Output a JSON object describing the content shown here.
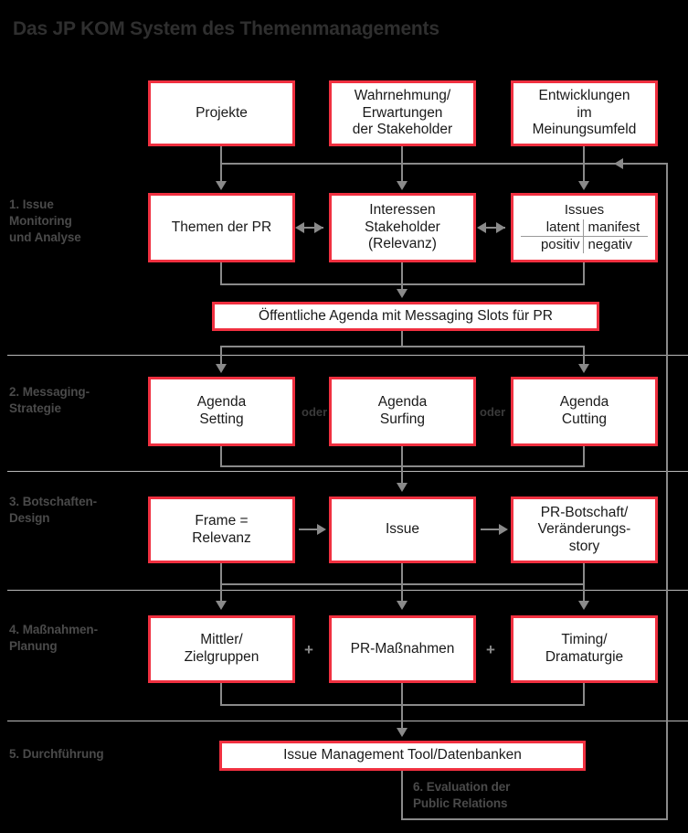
{
  "title": "Das JP KOM System des Themenmanagements",
  "colors": {
    "box_border": "#f03040",
    "box_fill": "#ffffff",
    "background": "#000000",
    "connector": "#8a8a8a",
    "label_text": "#4a4a4a",
    "title_text": "#2f2f2f",
    "divider": "#b9b9b9"
  },
  "phases": [
    {
      "number": "1.",
      "name": "1. Issue\nMonitoring\nund Analyse"
    },
    {
      "number": "2.",
      "name": "2. Messaging-\nStrategie"
    },
    {
      "number": "3.",
      "name": "3. Botschaften-\nDesign"
    },
    {
      "number": "4.",
      "name": "4. Maßnahmen-\nPlanung"
    },
    {
      "number": "5.",
      "name": "5. Durchführung"
    },
    {
      "number": "6.",
      "name": "6. Evaluation der\n     Public Relations"
    }
  ],
  "inputs": {
    "projekte": "Projekte",
    "wahrnehmung": "Wahrnehmung/\nErwartungen\nder Stakeholder",
    "entwicklungen": "Entwicklungen\nim\nMeinungsumfeld"
  },
  "monitoring": {
    "themen": "Themen der PR",
    "interessen": "Interessen\nStakeholder\n(Relevanz)",
    "issues": {
      "title": "Issues",
      "cells": [
        [
          "latent",
          "manifest"
        ],
        [
          "positiv",
          "negativ"
        ]
      ]
    },
    "agenda": "Öffentliche Agenda mit Messaging Slots für PR"
  },
  "messaging": {
    "setting": "Agenda\nSetting",
    "surfing": "Agenda\nSurfing",
    "cutting": "Agenda\nCutting",
    "connector": "oder"
  },
  "botschaften": {
    "frame": "Frame =\nRelevanz",
    "issue": "Issue",
    "story": "PR-Botschaft/\nVeränderungs-\nstory"
  },
  "massnahmen": {
    "mittler": "Mittler/\nZielgruppen",
    "prmassnahmen": "PR-Maßnahmen",
    "timing": "Timing/\nDramaturgie",
    "connector": "+"
  },
  "durchfuehrung": {
    "tool": "Issue Management Tool/Datenbanken"
  }
}
